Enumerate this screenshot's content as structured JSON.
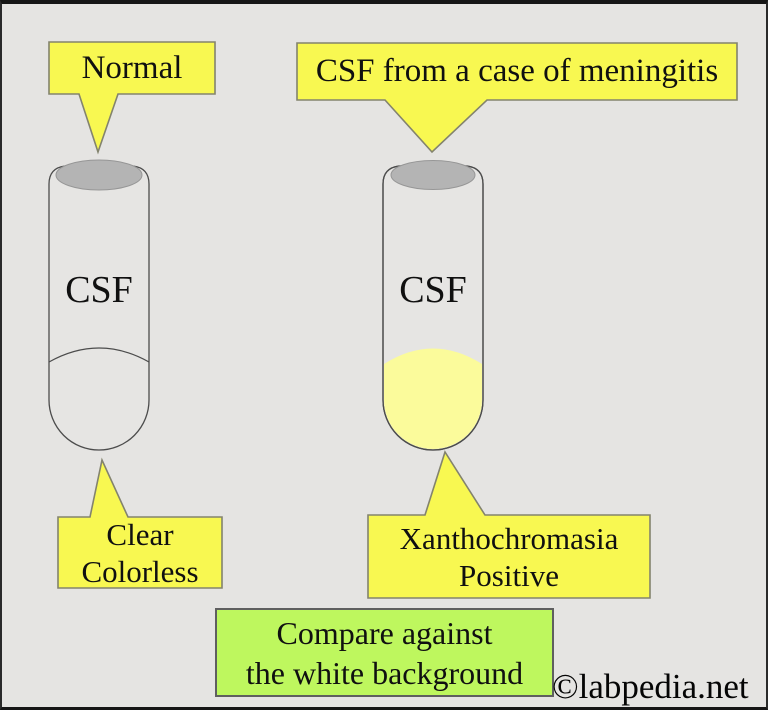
{
  "left_tube": {
    "callout_top": "Normal",
    "content_label": "CSF",
    "callout_bottom_line1": "Clear",
    "callout_bottom_line2": "Colorless"
  },
  "right_tube": {
    "callout_top": "CSF from a case of meningitis",
    "content_label": "CSF",
    "callout_bottom_line1": "Xanthochromasia",
    "callout_bottom_line2": "Positive"
  },
  "note": {
    "line1": "Compare against",
    "line2": "the white background"
  },
  "watermark": "©labpedia.net",
  "colors": {
    "background": "#e5e4e2",
    "frame_border": "#161616",
    "callout_fill": "#f8f851",
    "callout_border": "#83836d",
    "tube_outline": "#4c4c4c",
    "tube_fill": "#e6e5e3",
    "cap_gray": "#b4b4b4",
    "fluid_yellow": "#fbfb9b",
    "note_fill": "#bef75e",
    "note_border": "#5f5f5f",
    "text": "#101010"
  }
}
